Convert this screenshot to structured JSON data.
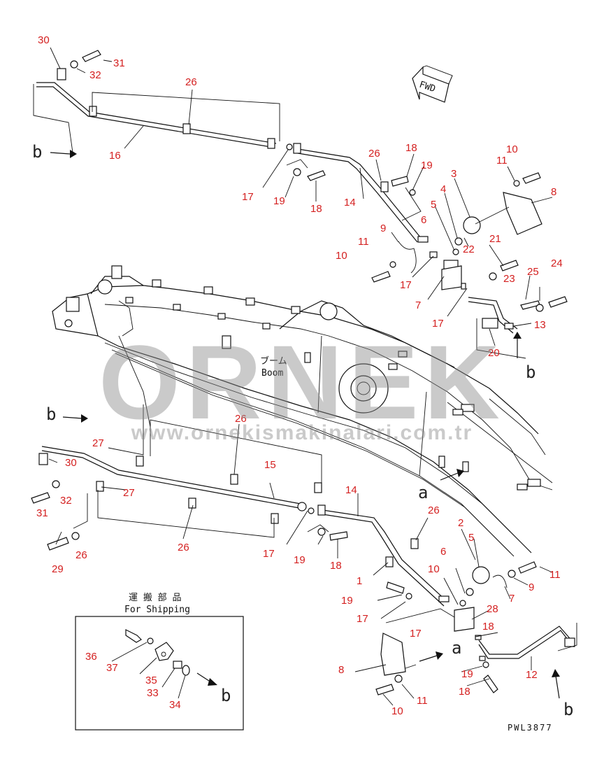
{
  "drawing_code": "PWL3877",
  "fwd_label": "FWD",
  "boom_label_jp": "ブーム",
  "boom_label_en": "Boom",
  "shipping_label_jp": "運 搬 部 品",
  "shipping_label_en": "For Shipping",
  "watermark": {
    "brand": "ORNEK",
    "url": "www.ornekismakinalari.com.tr"
  },
  "part_numbers": [
    "30",
    "31",
    "32",
    "26",
    "16",
    "b",
    "17",
    "19",
    "18",
    "14",
    "26",
    "18",
    "19",
    "3",
    "4",
    "5",
    "6",
    "22",
    "11",
    "10",
    "8",
    "9",
    "11",
    "10",
    "17",
    "7",
    "21",
    "23",
    "25",
    "24",
    "17",
    "13",
    "20",
    "b",
    "b",
    "26",
    "27",
    "15",
    "30",
    "32",
    "31",
    "27",
    "26",
    "17",
    "14",
    "19",
    "18",
    "a",
    "26",
    "1",
    "2",
    "5",
    "6",
    "10",
    "11",
    "9",
    "7",
    "28",
    "29",
    "26",
    "18",
    "19",
    "17",
    "17",
    "a",
    "12",
    "8",
    "19",
    "18",
    "11",
    "10",
    "b",
    "36",
    "37",
    "35",
    "33",
    "34",
    "b"
  ],
  "label_colors": {
    "number": "#d42020",
    "line": "#111111",
    "watermark": "#8a8a8a"
  }
}
